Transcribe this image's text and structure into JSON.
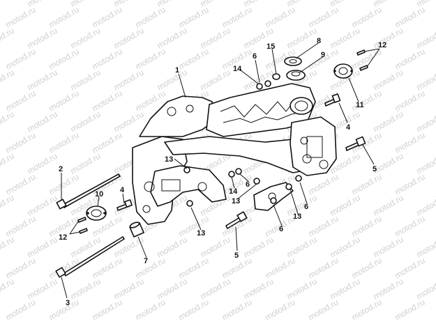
{
  "watermark": "motod.ru",
  "callouts": {
    "c1": "1",
    "c2": "2",
    "c3": "3",
    "c4a": "4",
    "c4b": "4",
    "c5a": "5",
    "c5b": "5",
    "c6a": "6",
    "c6b": "6",
    "c6c": "6",
    "c6d": "6",
    "c7": "7",
    "c8": "8",
    "c9": "9",
    "c10": "10",
    "c11": "11",
    "c12a": "12",
    "c12b": "12",
    "c13a": "13",
    "c13b": "13",
    "c13c": "13",
    "c13d": "13",
    "c14a": "14",
    "c14b": "14",
    "c15": "15"
  },
  "colors": {
    "line": "#111111",
    "background": "#ffffff",
    "watermark": "#cfcfcf"
  }
}
